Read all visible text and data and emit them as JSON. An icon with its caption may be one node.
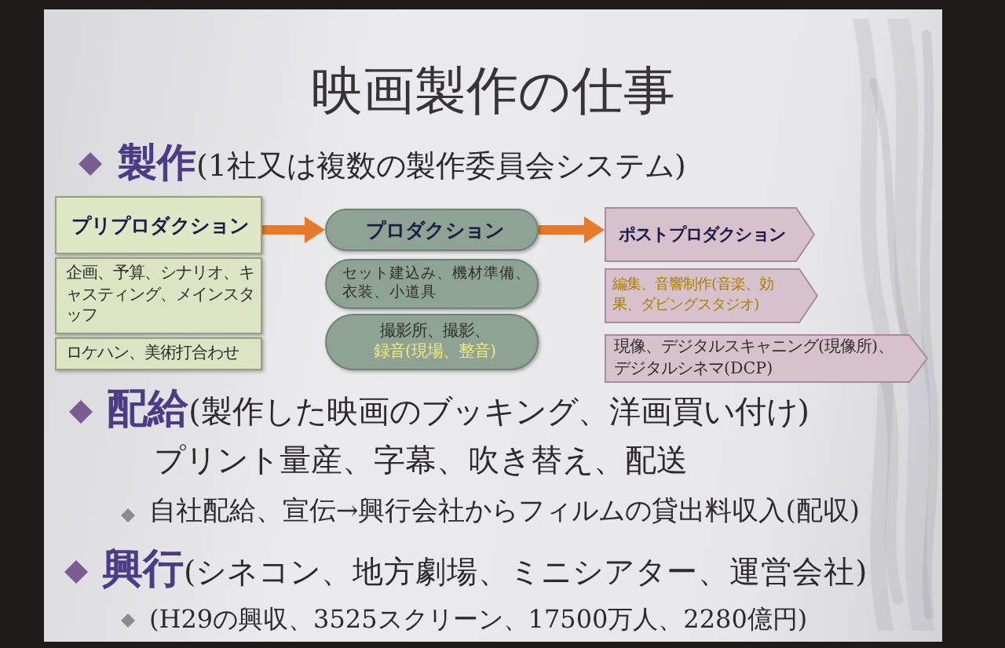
{
  "diagram": {
    "title": "映画製作の仕事",
    "nodes": [
      {
        "text": [
          "プリプロダクション"
        ]
      },
      {
        "text": [
          "企画、予算、シナリオ、キャスティング、メインスタッフ"
        ]
      },
      {
        "text": [
          "ロケハン、美術打合わせ"
        ]
      },
      {
        "text": [
          "プロダクション"
        ]
      },
      {
        "text": [
          "セット建込み、機材準備、衣装、小道具"
        ]
      },
      {
        "text": [
          "撮影所、撮影、",
          "録音(現場、整音)"
        ]
      },
      {
        "text": [
          "ポストプロダクション"
        ]
      },
      {
        "text": [
          "編集、音響制作(音楽、効果、ダビングスタジオ)"
        ]
      },
      {
        "text": [
          "現像、デジタルスキャニング(現像所)、デジタルシネマ(DCP)"
        ]
      }
    ],
    "edges": [
      {
        "from": 0,
        "to": 3,
        "arrow": "to"
      },
      {
        "from": 3,
        "to": 6,
        "arrow": "to"
      }
    ],
    "labels": [
      "**製作**(1社又は複数の製作委員会システム)",
      "**配給**(製作した映画のブッキング、洋画買い付け)",
      "プリント量産、字幕、吹き替え、配送",
      "自社配給、宣伝→興行会社からフィルムの貸出料収入(配収)",
      "**興行**(シネコン、地方劇場、ミニシアター、運営会社)",
      "(H29の興収、3525スクリーン、17500万人、2280億円)"
    ]
  }
}
